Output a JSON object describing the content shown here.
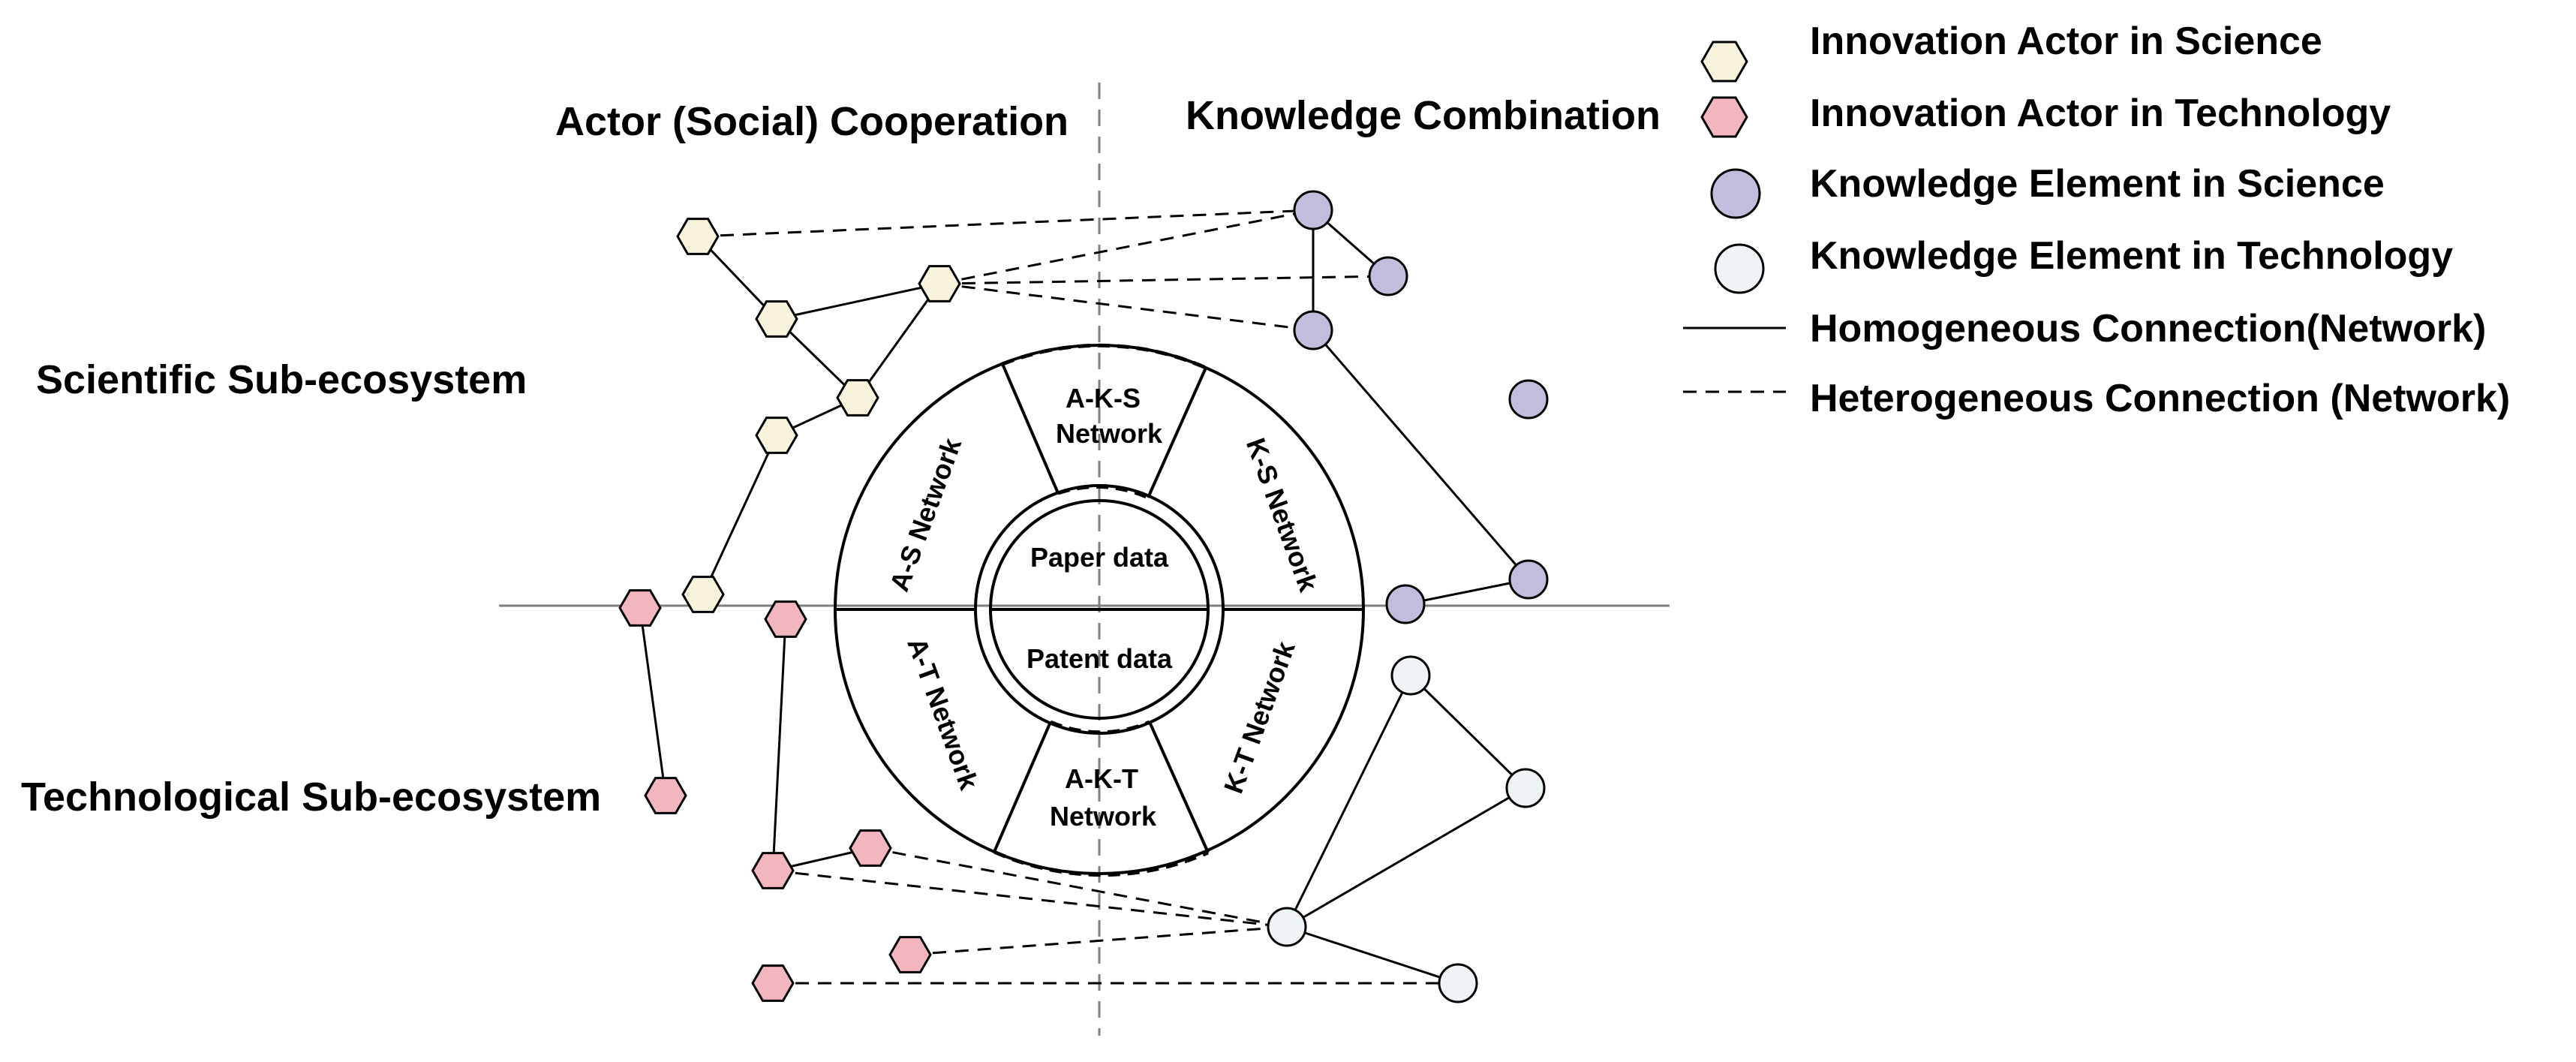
{
  "labels": {
    "actor_cooperation": "Actor (Social) Cooperation",
    "knowledge_combination": "Knowledge Combination",
    "scientific_subecosystem": "Scientific Sub-ecosystem",
    "technological_subecosystem": "Technological Sub-ecosystem"
  },
  "ring": {
    "inner_top": "Paper data",
    "inner_bottom": "Patent data",
    "sectors": {
      "as": "A-S Network",
      "aks_line1": "A-K-S",
      "aks_line2": "Network",
      "ks": "K-S Network",
      "at": "A-T Network",
      "akt_line1": "A-K-T",
      "akt_line2": "Network",
      "kt": "K-T Network"
    }
  },
  "legend": {
    "actor_science": "Innovation Actor in Science",
    "actor_technology": "Innovation Actor in Technology",
    "knowledge_science": "Knowledge Element  in Science",
    "knowledge_technology": "Knowledge Element in Technology",
    "homogeneous": "Homogeneous Connection(Network)",
    "heterogeneous": "Heterogeneous Connection (Network)"
  },
  "colors": {
    "actor_science": "#f7f3dc",
    "actor_technology": "#f2b6bf",
    "knowledge_science": "#c2bddc",
    "knowledge_technology": "#eef3f5",
    "stroke": "#000000",
    "axis": "#7f7f7f"
  }
}
